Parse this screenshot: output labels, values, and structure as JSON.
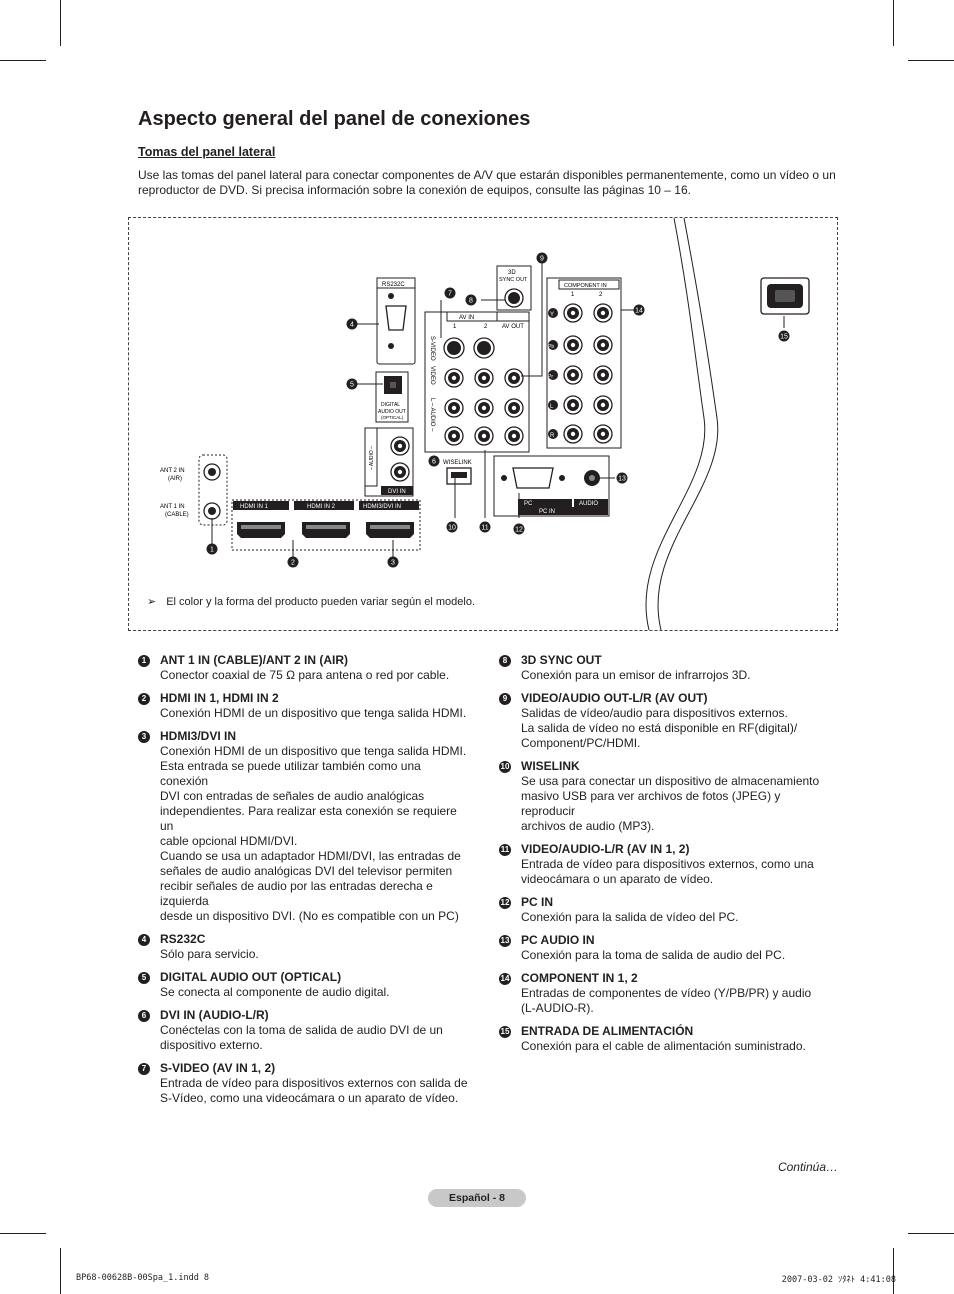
{
  "title": "Aspecto general del panel de conexiones",
  "subtitle": "Tomas del panel lateral",
  "intro": "Use las tomas del panel lateral para conectar componentes de A/V que estarán disponibles permanentemente, como un vídeo o un reproductor de DVD. Si precisa información sobre la conexión de equipos, consulte las páginas 10 – 16.",
  "figure": {
    "note": "El color y la forma del producto pueden variar según el modelo.",
    "labels": {
      "ant2": "ANT 2 IN",
      "ant2_sub": "(AIR)",
      "ant1": "ANT 1 IN",
      "ant1_sub": "(CABLE)",
      "hdmi1": "HDMI IN 1",
      "hdmi2": "HDMI IN 2",
      "hdmi3": "HDMI3/DVI IN",
      "rs232c": "RS232C",
      "digital1": "DIGITAL",
      "digital2": "AUDIO OUT",
      "digital3": "(OPTICAL)",
      "dvi_in": "DVI IN",
      "audio_vert": "– AUDIO –",
      "svideo": "S-VIDEO",
      "video": "VIDEO",
      "laudio": "L – AUDIO –",
      "av_in": "AV IN",
      "av_out": "AV OUT",
      "col1": "1",
      "col2": "2",
      "sync1": "3D",
      "sync2": "SYNC OUT",
      "wiselink": "WISELINK",
      "pc": "PC",
      "audio": "AUDIO",
      "pc_in": "PC IN",
      "comp_in": "COMPONENT IN",
      "y": "Y",
      "pb": "Pb",
      "pr": "Pr",
      "L": "L",
      "R": "R"
    },
    "callouts": [
      "1",
      "2",
      "3",
      "4",
      "5",
      "6",
      "7",
      "8",
      "9",
      "10",
      "11",
      "12",
      "13",
      "14",
      "15"
    ]
  },
  "items_left": [
    {
      "num": "1",
      "title": "ANT 1 IN (CABLE)/ANT 2 IN (AIR)",
      "text": "Conector coaxial de 75 Ω para antena o red por cable."
    },
    {
      "num": "2",
      "title": "HDMI IN 1, HDMI IN 2",
      "text": "Conexión HDMI de un dispositivo que tenga salida HDMI."
    },
    {
      "num": "3",
      "title": "HDMI3/DVI IN",
      "text": "Conexión HDMI de un dispositivo que tenga salida HDMI.\nEsta entrada se puede utilizar también como una conexión\nDVI con entradas de señales de audio analógicas\nindependientes. Para realizar esta conexión se requiere un\ncable opcional HDMI/DVI.\nCuando se usa un adaptador HDMI/DVI, las entradas de\nseñales de audio analógicas DVI del televisor permiten\nrecibir señales de audio por las entradas derecha e izquierda\ndesde un dispositivo DVI. (No es compatible con un PC)"
    },
    {
      "num": "4",
      "title": "RS232C",
      "text": "Sólo para servicio."
    },
    {
      "num": "5",
      "title": "DIGITAL AUDIO OUT (OPTICAL)",
      "text": "Se conecta al componente de audio digital."
    },
    {
      "num": "6",
      "title": "DVI IN (AUDIO-L/R)",
      "text": "Conéctelas con la toma de salida de audio DVI de un\ndispositivo externo."
    },
    {
      "num": "7",
      "title": "S-VIDEO (AV IN 1, 2)",
      "text": "Entrada de vídeo para dispositivos externos con salida de\nS-Vídeo, como una videocámara o un aparato de vídeo."
    }
  ],
  "items_right": [
    {
      "num": "8",
      "title": "3D SYNC OUT",
      "text": "Conexión para un emisor de infrarrojos 3D."
    },
    {
      "num": "9",
      "title": "VIDEO/AUDIO OUT-L/R (AV OUT)",
      "text": "Salidas de vídeo/audio para dispositivos externos.\nLa salida de vídeo no está disponible en RF(digital)/\nComponent/PC/HDMI."
    },
    {
      "num": "10",
      "title": "WISELINK",
      "text": "Se usa para conectar un dispositivo de almacenamiento\nmasivo USB para ver archivos de fotos (JPEG) y reproducir\narchivos de audio (MP3)."
    },
    {
      "num": "11",
      "title": "VIDEO/AUDIO-L/R (AV IN 1, 2)",
      "text": "Entrada de vídeo para dispositivos externos, como una\nvideocámara o un aparato de vídeo."
    },
    {
      "num": "12",
      "title": "PC IN",
      "text": "Conexión para la salida de vídeo del PC."
    },
    {
      "num": "13",
      "title": "PC AUDIO IN",
      "text": "Conexión para la toma de salida de audio del PC."
    },
    {
      "num": "14",
      "title": "COMPONENT IN 1, 2",
      "text": "Entradas de componentes de vídeo (Y/PB/PR) y audio\n(L-AUDIO-R)."
    },
    {
      "num": "15",
      "title": "ENTRADA DE ALIMENTACIÓN",
      "text": "Conexión para el cable de alimentación suministrado."
    }
  ],
  "continua": "Continúa…",
  "page_label": "Español - 8",
  "footer": {
    "file": "BP68-00628B-00Spa_1.indd   8",
    "date": "2007-03-02   ｿﾀﾈﾄ 4:41:08"
  }
}
